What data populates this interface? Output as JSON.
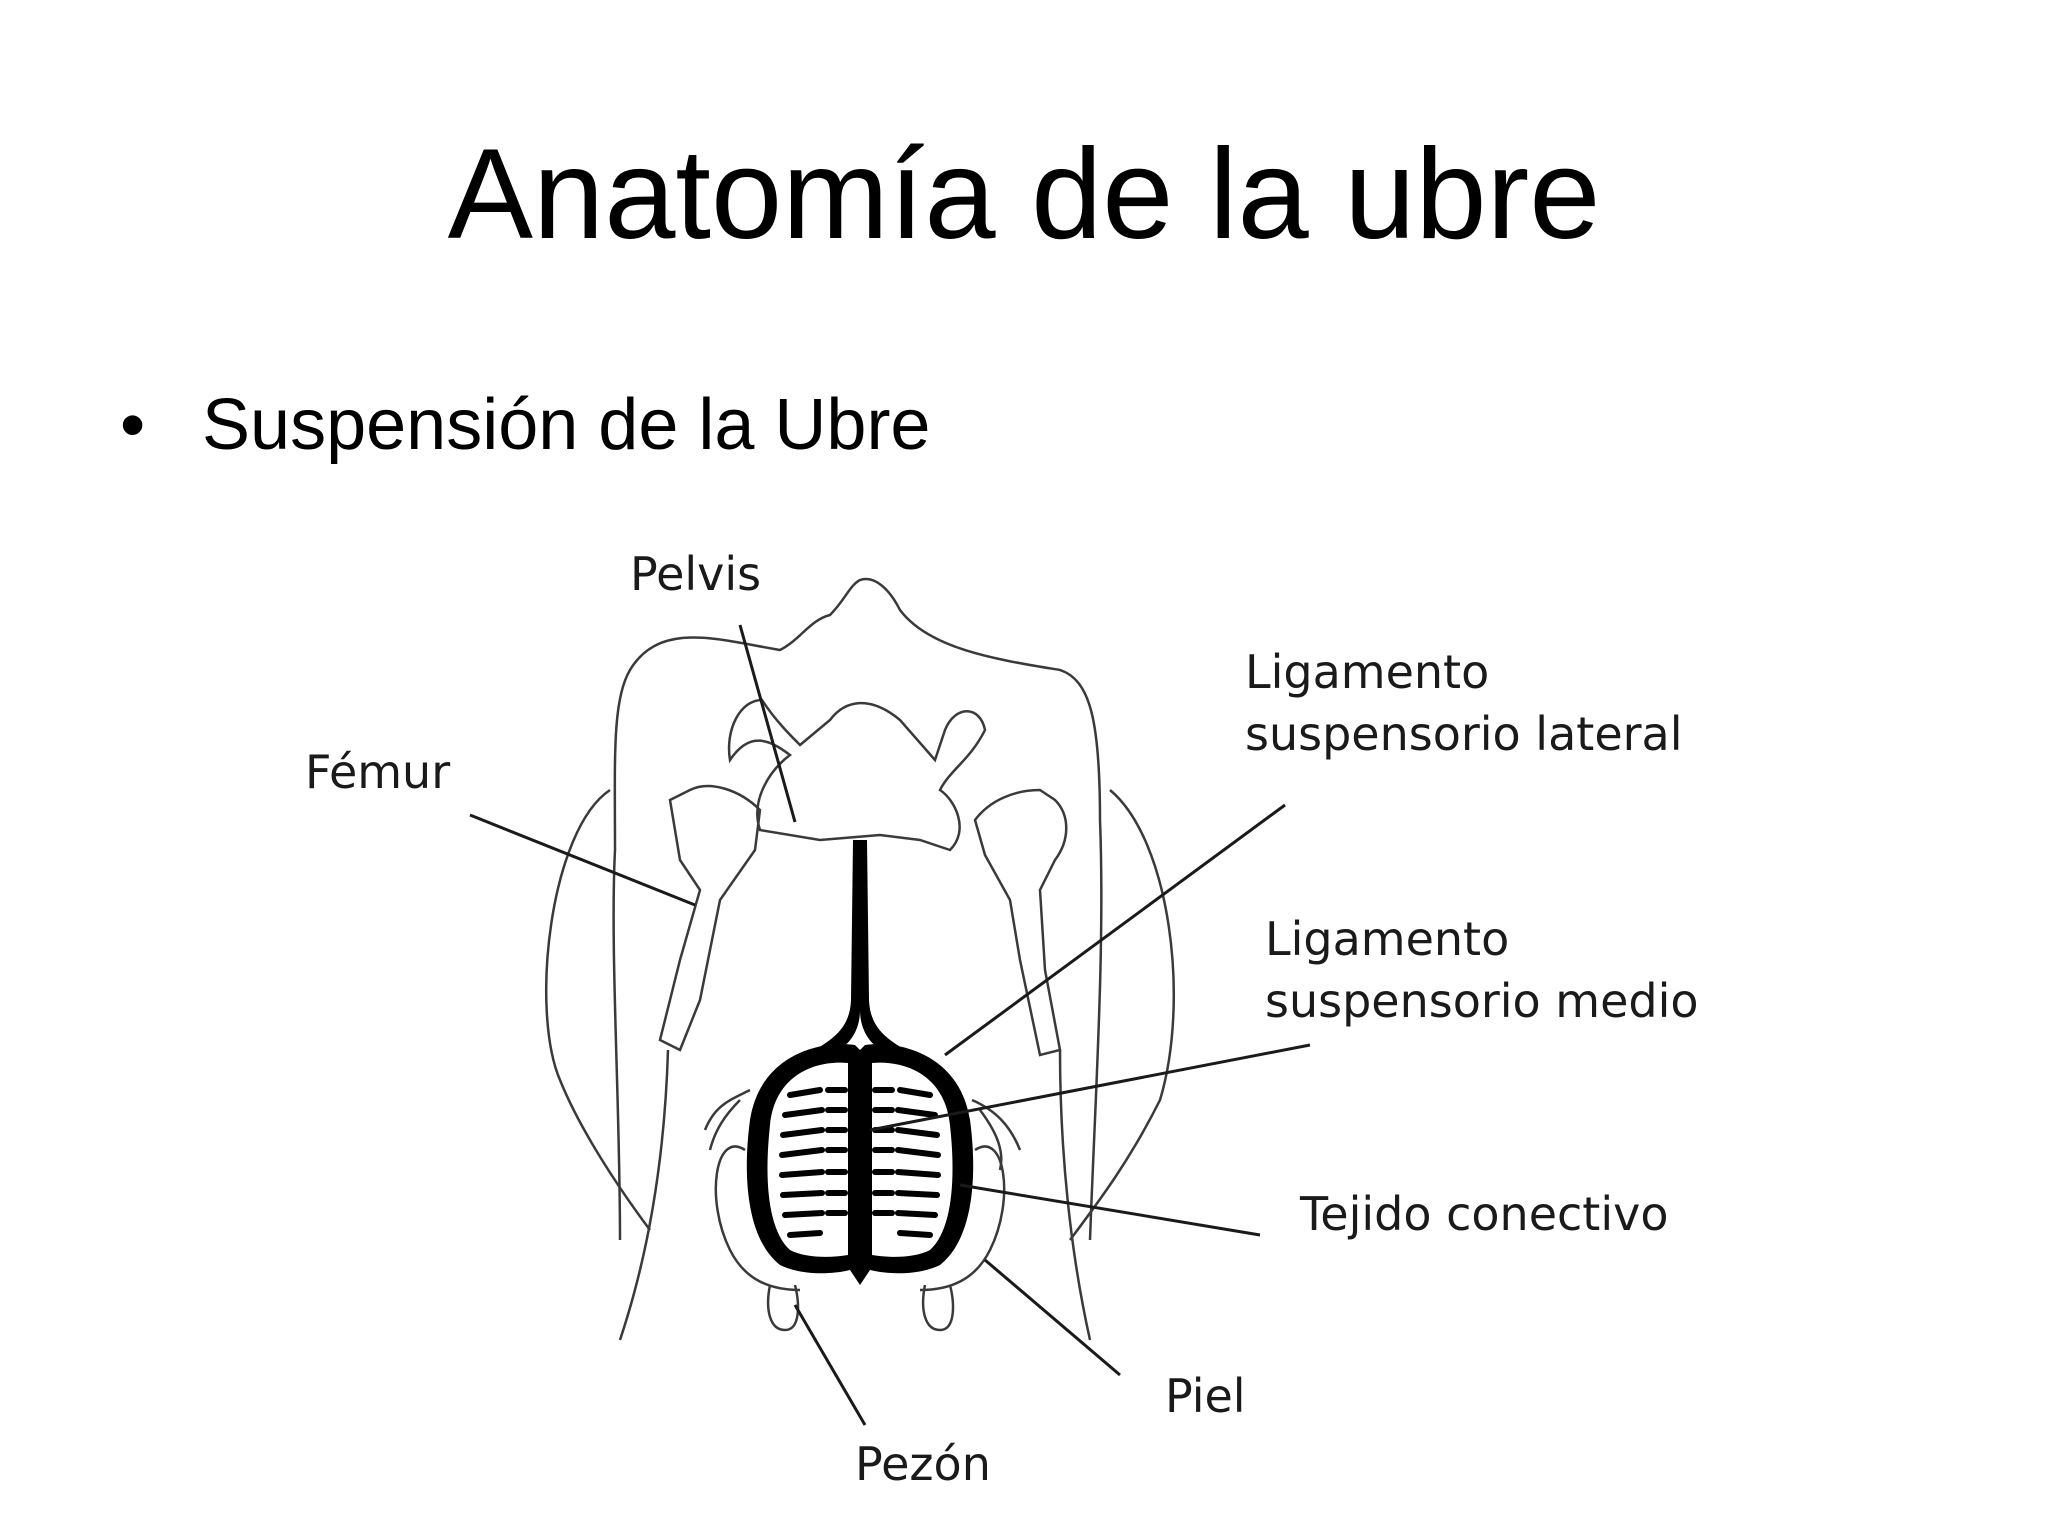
{
  "slide": {
    "title": "Anatomía de la ubre",
    "bullet": {
      "marker": "•",
      "text": "Suspensión de la Ubre"
    }
  },
  "diagram": {
    "labels": {
      "pelvis": "Pelvis",
      "femur": "Fémur",
      "lateral_line1": "Ligamento",
      "lateral_line2": "suspensorio lateral",
      "medial_line1": "Ligamento",
      "medial_line2": "suspensorio medio",
      "connective": "Tejido conectivo",
      "skin": "Piel",
      "teat": "Pezón"
    }
  }
}
